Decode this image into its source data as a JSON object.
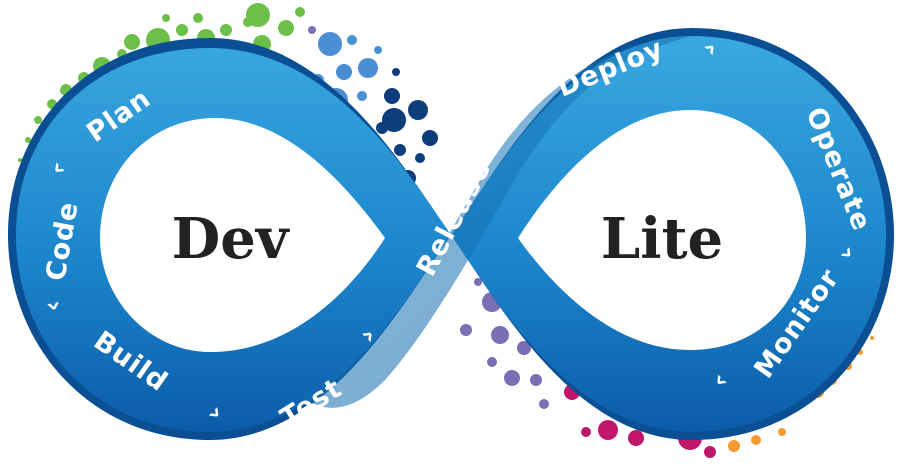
{
  "brand": {
    "left_word": "Dev",
    "right_word": "Lite"
  },
  "stages": [
    {
      "id": "plan",
      "label": "Plan"
    },
    {
      "id": "code",
      "label": "Code"
    },
    {
      "id": "build",
      "label": "Build"
    },
    {
      "id": "test",
      "label": "Test"
    },
    {
      "id": "release",
      "label": "Release"
    },
    {
      "id": "deploy",
      "label": "Deploy"
    },
    {
      "id": "operate",
      "label": "Operate"
    },
    {
      "id": "monitor",
      "label": "Monitor"
    }
  ],
  "icons": {
    "arrow": "chevron-icon",
    "dots": "dot-cluster-icon"
  },
  "colors": {
    "band_light": "#2a9ad6",
    "band_dark": "#0b5ca8",
    "band_edge": "#0a4e94",
    "text_dark": "#222222",
    "green": "#6cc04a",
    "blue": "#4a8fd4",
    "navy": "#0d3d7a",
    "purple": "#7a6fb5",
    "magenta": "#c0176c",
    "orange": "#f39a2e"
  }
}
